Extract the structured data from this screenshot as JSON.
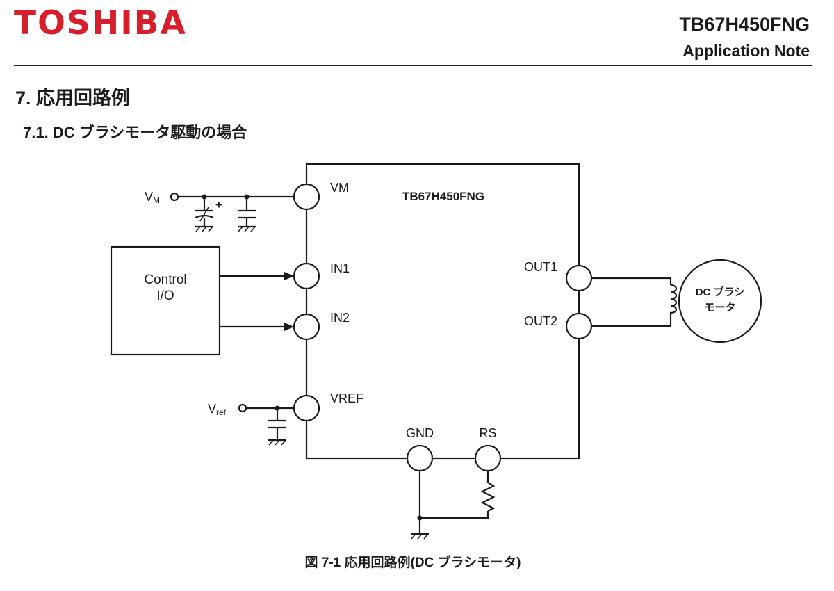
{
  "header": {
    "logo": "TOSHIBA",
    "doc_id": "TB67H450FNG",
    "doc_type": "Application Note"
  },
  "section": {
    "title": "7. 応用回路例",
    "subtitle": "7.1. DC ブラシモータ駆動の場合"
  },
  "diagram": {
    "ic_name": "TB67H450FNG",
    "pins": {
      "vm": "VM",
      "in1": "IN1",
      "in2": "IN2",
      "vref": "VREF",
      "out1": "OUT1",
      "out2": "OUT2",
      "gnd": "GND",
      "rs": "RS"
    },
    "supply_vm": {
      "main": "V",
      "sub": "M"
    },
    "supply_vref": {
      "main": "V",
      "sub": "ref"
    },
    "cap_polarity": "+",
    "control_block": {
      "line1": "Control",
      "line2": "I/O"
    },
    "motor": {
      "line1": "DC ブラシ",
      "line2": "モータ"
    },
    "caption": "図  7-1  応用回路例(DC ブラシモータ)"
  },
  "colors": {
    "logo": "#d81e2a",
    "ink": "#1a1a1a"
  }
}
